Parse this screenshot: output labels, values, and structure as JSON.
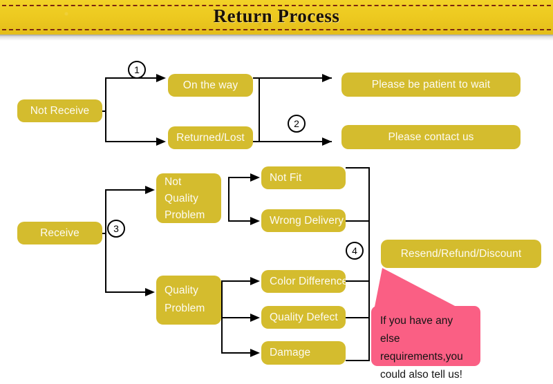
{
  "header": {
    "title": "Return Process",
    "banner_color": "#efcd22",
    "dash_color": "#7a2410"
  },
  "theme": {
    "node_color": "#d4bc2e",
    "node_text_color": "#fdfbf2",
    "line_color": "#000000",
    "callout_color": "#fa5f84"
  },
  "flow": {
    "nodes": {
      "not_receive": "Not Receive",
      "on_the_way": "On the way",
      "returned_lost": "Returned/Lost",
      "please_wait": "Please be patient to wait",
      "please_contact": "Please contact us",
      "receive": "Receive",
      "not_quality_problem": "Not Quality Problem",
      "quality_problem": "Quality Problem",
      "not_fit": "Not Fit",
      "wrong_delivery": "Wrong Delivery",
      "color_difference": "Color Difference",
      "quality_defect": "Quality Defect",
      "damage": "Damage",
      "resend_refund_discount": "Resend/Refund/Discount"
    },
    "markers": {
      "one": "1",
      "two": "2",
      "three": "3",
      "four": "4"
    }
  },
  "callout": {
    "text": "If you have any else requirements,you could also tell us!"
  }
}
